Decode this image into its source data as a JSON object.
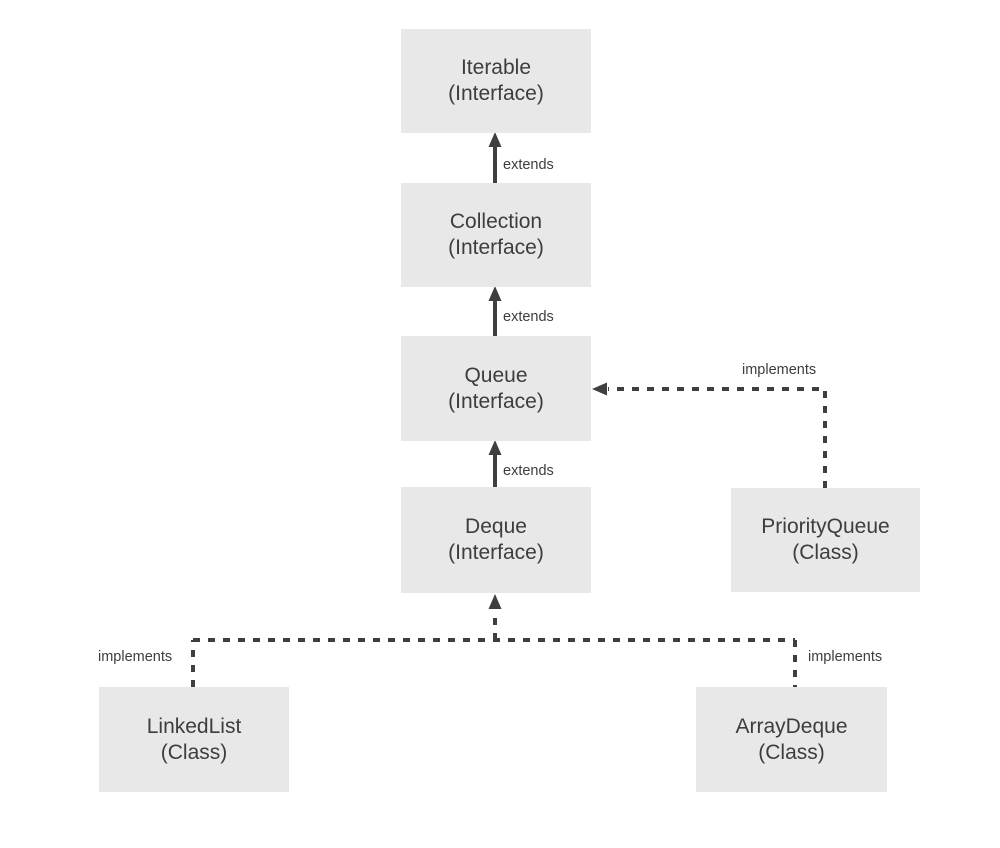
{
  "nodes": [
    {
      "id": "iterable",
      "name": "Iterable",
      "kind": "(Interface)"
    },
    {
      "id": "collection",
      "name": "Collection",
      "kind": "(Interface)"
    },
    {
      "id": "queue",
      "name": "Queue",
      "kind": "(Interface)"
    },
    {
      "id": "deque",
      "name": "Deque",
      "kind": "(Interface)"
    },
    {
      "id": "priorityqueue",
      "name": "PriorityQueue",
      "kind": "(Class)"
    },
    {
      "id": "linkedlist",
      "name": "LinkedList",
      "kind": "(Class)"
    },
    {
      "id": "arraydeque",
      "name": "ArrayDeque",
      "kind": "(Class)"
    }
  ],
  "edges": [
    {
      "from": "Collection",
      "to": "Iterable",
      "label": "extends",
      "style": "solid"
    },
    {
      "from": "Queue",
      "to": "Collection",
      "label": "extends",
      "style": "solid"
    },
    {
      "from": "Deque",
      "to": "Queue",
      "label": "extends",
      "style": "solid"
    },
    {
      "from": "PriorityQueue",
      "to": "Queue",
      "label": "implements",
      "style": "dashed"
    },
    {
      "from": "LinkedList",
      "to": "Deque",
      "label": "implements",
      "style": "dashed"
    },
    {
      "from": "ArrayDeque",
      "to": "Deque",
      "label": "implements",
      "style": "dashed"
    }
  ],
  "colors": {
    "background": "#ffffff",
    "node_fill": "#e8e8e8",
    "node_text": "#3d3d3d",
    "connector": "#3f3f3f"
  }
}
